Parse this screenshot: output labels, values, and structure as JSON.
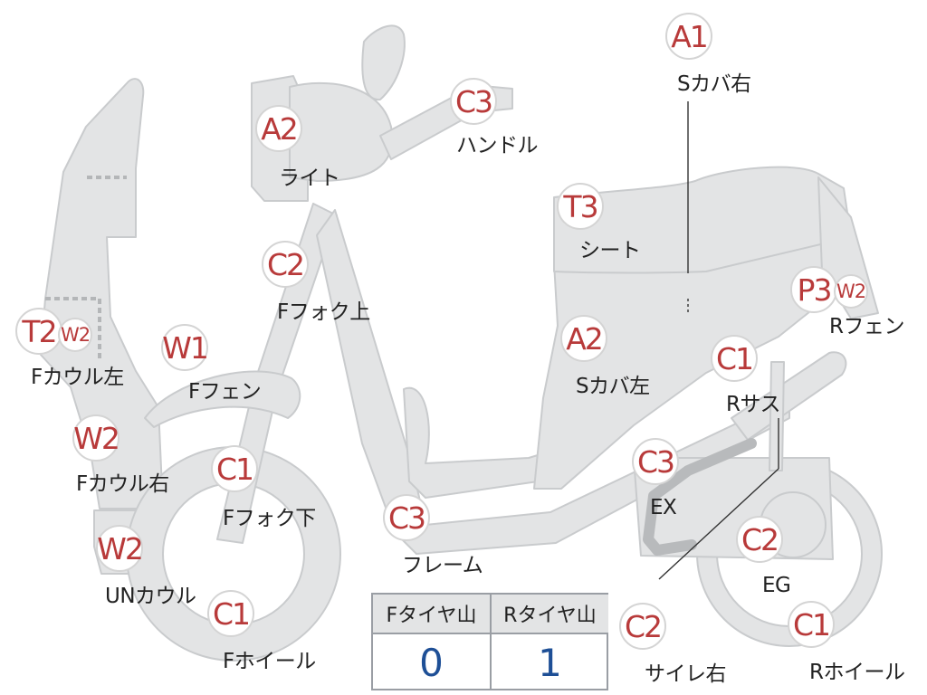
{
  "colors": {
    "part_fill": "#e3e4e5",
    "part_stroke": "#c9cbcd",
    "badge_text": "#b83a3a",
    "value_text": "#1e4f96",
    "exhaust": "#b8babc"
  },
  "parts": {
    "s_cover_right": {
      "grade": "A1",
      "label": "Sカバ右"
    },
    "light": {
      "grade": "A2",
      "label": "ライト"
    },
    "handle": {
      "grade": "C3",
      "label": "ハンドル"
    },
    "seat": {
      "grade": "T3",
      "label": "シート"
    },
    "f_fork_upper": {
      "grade": "C2",
      "label": "Fフォク上"
    },
    "r_fender": {
      "grade": "P3",
      "sub_grade": "W2",
      "label": "Rフェン"
    },
    "f_cowl_left": {
      "grade": "T2",
      "sub_grade": "W2",
      "label": "Fカウル左"
    },
    "f_fender": {
      "grade": "W1",
      "label": "Fフェン"
    },
    "s_cover_left": {
      "grade": "A2",
      "label": "Sカバ左"
    },
    "r_suspension": {
      "grade": "C1",
      "label": "Rサス"
    },
    "f_cowl_right": {
      "grade": "W2",
      "label": "Fカウル右"
    },
    "f_fork_lower": {
      "grade": "C1",
      "label": "Fフォク下"
    },
    "exhaust": {
      "grade": "C3",
      "label": "EX"
    },
    "frame": {
      "grade": "C3",
      "label": "フレーム"
    },
    "under_cowl": {
      "grade": "W2",
      "label": "UNカウル"
    },
    "engine": {
      "grade": "C2",
      "label": "EG"
    },
    "f_wheel": {
      "grade": "C1",
      "label": "Fホイール"
    },
    "muffler_right": {
      "grade": "C2",
      "label": "サイレ右"
    },
    "r_wheel": {
      "grade": "C1",
      "label": "Rホイール"
    }
  },
  "tread_table": {
    "front_header": "Fタイヤ山",
    "rear_header": "Rタイヤ山",
    "front_value": "0",
    "rear_value": "1"
  }
}
